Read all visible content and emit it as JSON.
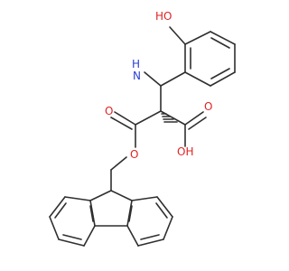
{
  "molecule": {
    "labels": {
      "hydroxyl_phenol": "HO",
      "amino": "H",
      "amino_n": "N",
      "carbonyl_ester": "O",
      "ester_oxygen": "O",
      "carbonyl_acid": "O",
      "acid_oh": "OH"
    },
    "colors": {
      "bond": "#2f2f2f",
      "oxygen": "#e02323",
      "nitrogen": "#2a3fd0",
      "background": "#ffffff"
    }
  }
}
